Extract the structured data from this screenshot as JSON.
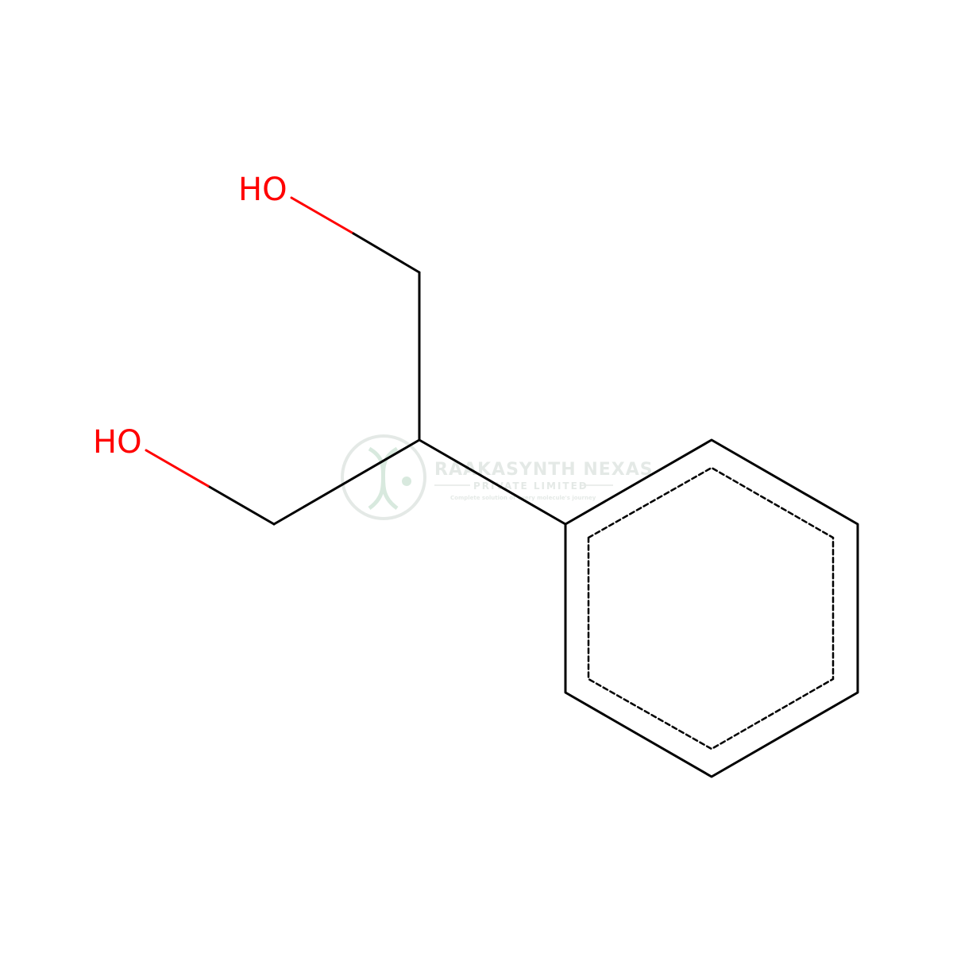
{
  "molecule": {
    "atoms": [
      {
        "id": "O1",
        "label": "HO",
        "color": "#ff0000"
      },
      {
        "id": "O2",
        "label": "HO",
        "color": "#ff0000"
      }
    ],
    "bond_color": "#000000"
  },
  "watermark": {
    "title": "RAAKASYNTH NEXAS",
    "subtitle": "PRIVATE LIMITED",
    "tagline": "Complete solution of every molecule's journey",
    "color": "#cfd8d3"
  }
}
